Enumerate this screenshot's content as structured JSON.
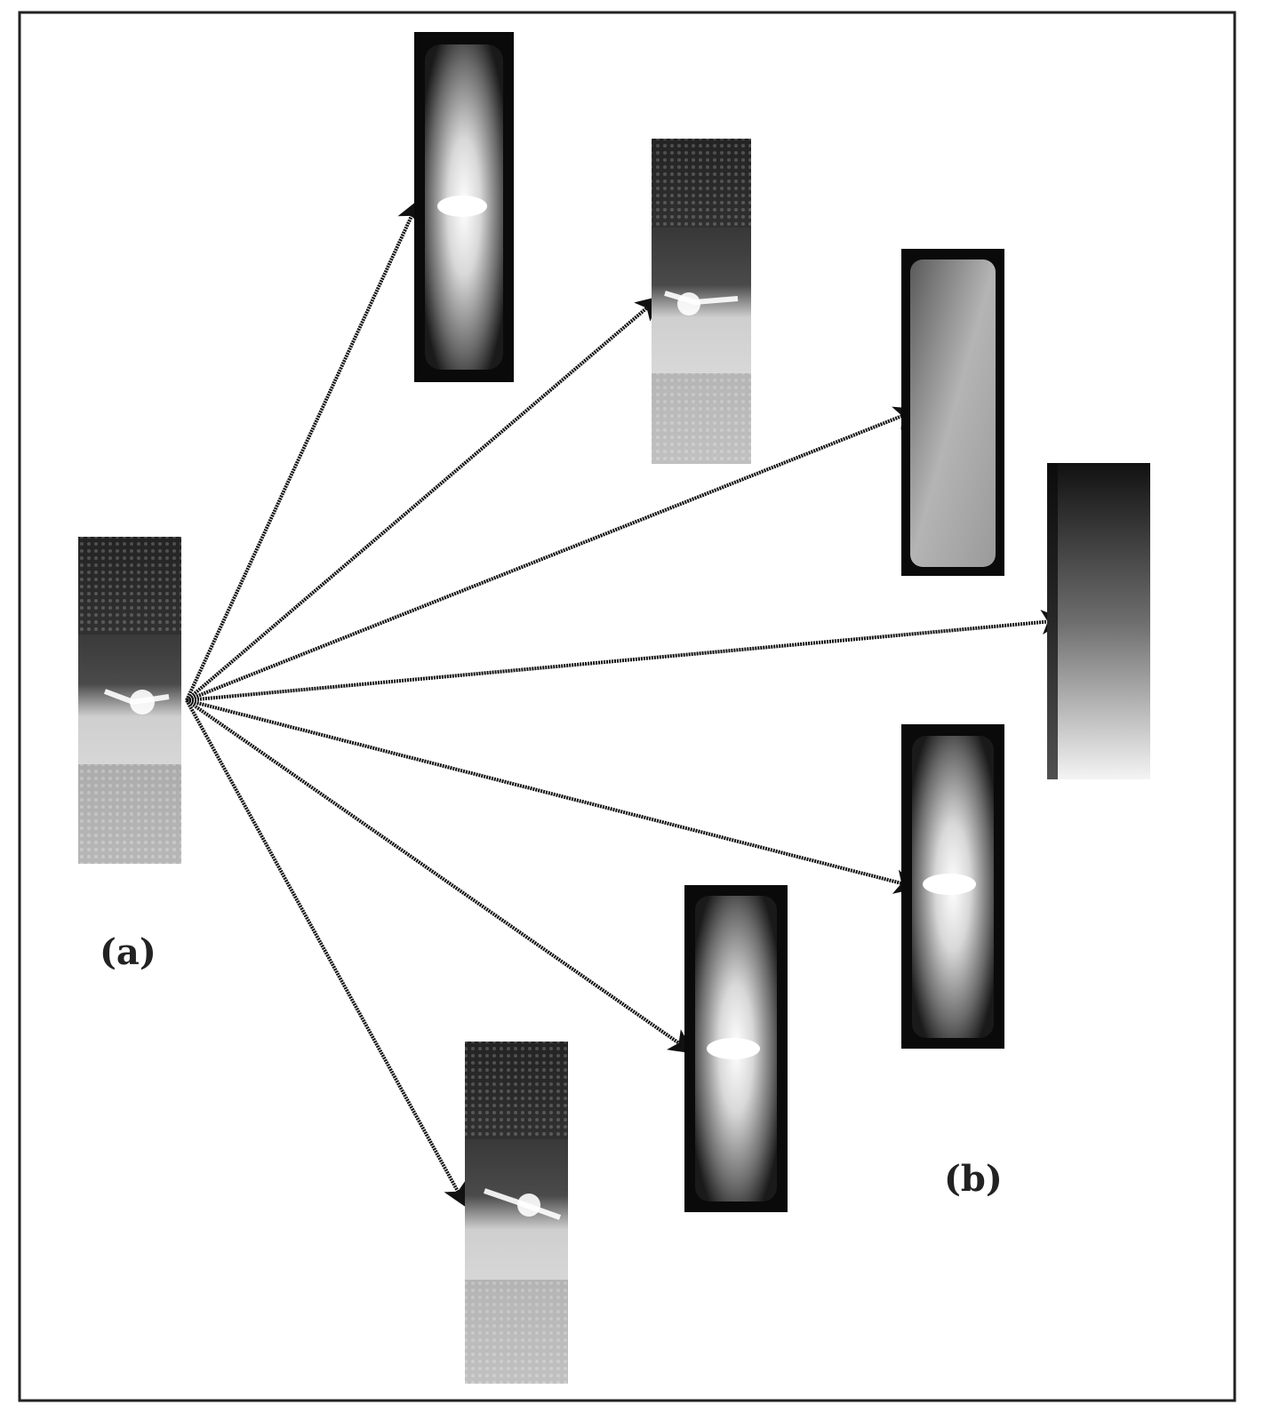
{
  "figure": {
    "label_a": "(a)",
    "label_b": "(b)"
  },
  "source_panel": {
    "name": "source-panel-a",
    "style": "twin-fringe"
  },
  "target_panels": [
    {
      "name": "target-panel-1",
      "style": "bright-center"
    },
    {
      "name": "target-panel-2",
      "style": "twin-fringe"
    },
    {
      "name": "target-panel-3",
      "style": "soft-gray"
    },
    {
      "name": "target-panel-4",
      "style": "vertical-fade"
    },
    {
      "name": "target-panel-5",
      "style": "bright-center"
    },
    {
      "name": "target-panel-6",
      "style": "bright-center"
    },
    {
      "name": "target-panel-7",
      "style": "twin-fringe"
    }
  ],
  "colors": {
    "frame": "#222222",
    "arrow": "#111111",
    "panel_dark": "#0a0a0a",
    "panel_light": "#f2f2f2"
  }
}
